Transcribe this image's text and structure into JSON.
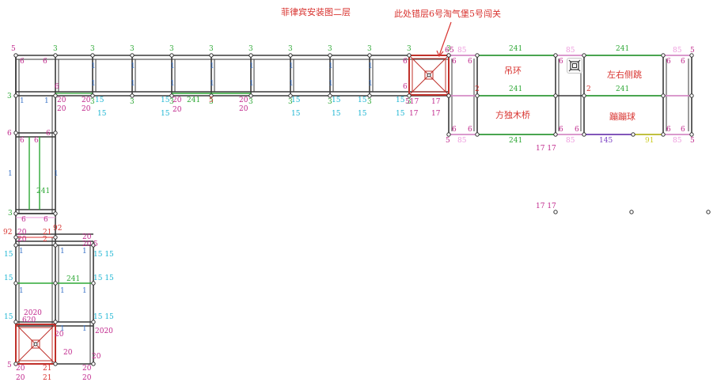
{
  "title": "菲律宾安装图二层",
  "note": "此处错层6号淘气堡5号闯关",
  "zones": {
    "hanging_ring": "吊环",
    "side_jump": "左右侧跳",
    "balance_bridge": "方独木桥",
    "bounce_ball": "蹦蹦球"
  },
  "toolbar": {
    "icon": "fit-view-icon"
  },
  "colors": {
    "frame": "#3a3a3a",
    "green": "#2ea836",
    "blue": "#3c74c8",
    "cyan": "#19b4d2",
    "magenta": "#c0278c",
    "red": "#d8332f",
    "pink": "#ee99dd",
    "olive": "#8a7a2a",
    "purple": "#7a3fc4",
    "yellow": "#cccc22"
  },
  "labels": {
    "n3": "3",
    "n5": "5",
    "n6": "6",
    "n1": "1",
    "n2": "2",
    "n15": "15",
    "n17": "17",
    "n20": "20",
    "n21": "21",
    "n85": "85",
    "n92": "92",
    "n145": "145",
    "n241": "241",
    "n91": "91",
    "n517": "517",
    "n1717": "17 17",
    "n1515": "15 15",
    "n2020": "2020",
    "n620": "620"
  }
}
